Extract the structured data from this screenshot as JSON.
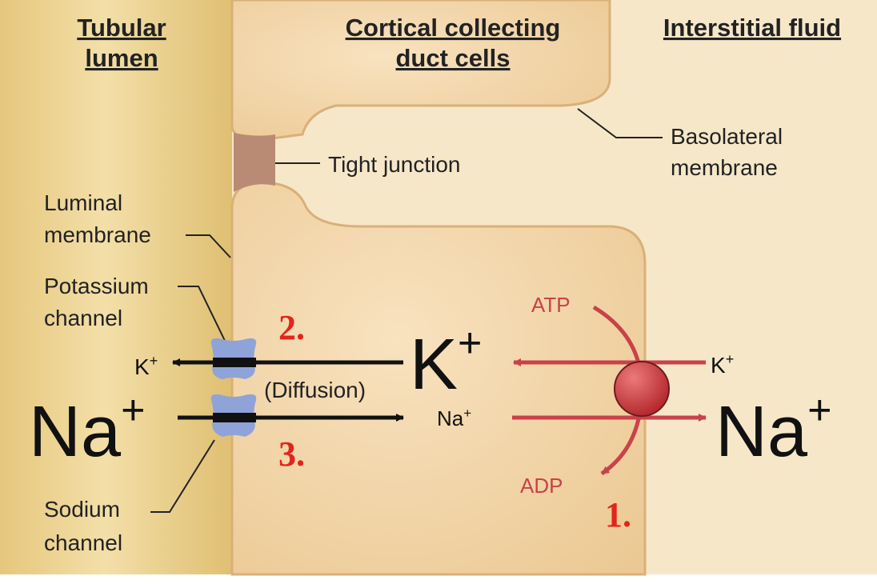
{
  "headers": {
    "lumen": [
      "Tubular",
      "lumen"
    ],
    "cells": [
      "Cortical collecting",
      "duct cells"
    ],
    "interstitial": [
      "Interstitial fluid"
    ]
  },
  "labels": {
    "tight_junction": "Tight junction",
    "basolateral": [
      "Basolateral",
      "membrane"
    ],
    "luminal": [
      "Luminal",
      "membrane"
    ],
    "potassium_channel": [
      "Potassium",
      "channel"
    ],
    "sodium_channel": [
      "Sodium",
      "channel"
    ],
    "diffusion": "(Diffusion)"
  },
  "ions": {
    "k_lumen": "K",
    "k_cell": "K",
    "k_interstitial": "K",
    "na_lumen": "Na",
    "na_cell": "Na",
    "na_interstitial": "Na",
    "plus": "+"
  },
  "pump": {
    "atp": "ATP",
    "adp": "ADP"
  },
  "annotations": {
    "n1": "1.",
    "n2": "2.",
    "n3": "3."
  },
  "colors": {
    "lumen": "#ead18e",
    "interstitial": "#f6e7c9",
    "cell": "#f0d2a0",
    "cell_edge": "#d9b078",
    "tight_junction": "#b98a74",
    "channel": "#8fa3d9",
    "pump": "#cc3b3e",
    "arrow_red": "#c8424a",
    "annotation_red": "#e0261c"
  }
}
